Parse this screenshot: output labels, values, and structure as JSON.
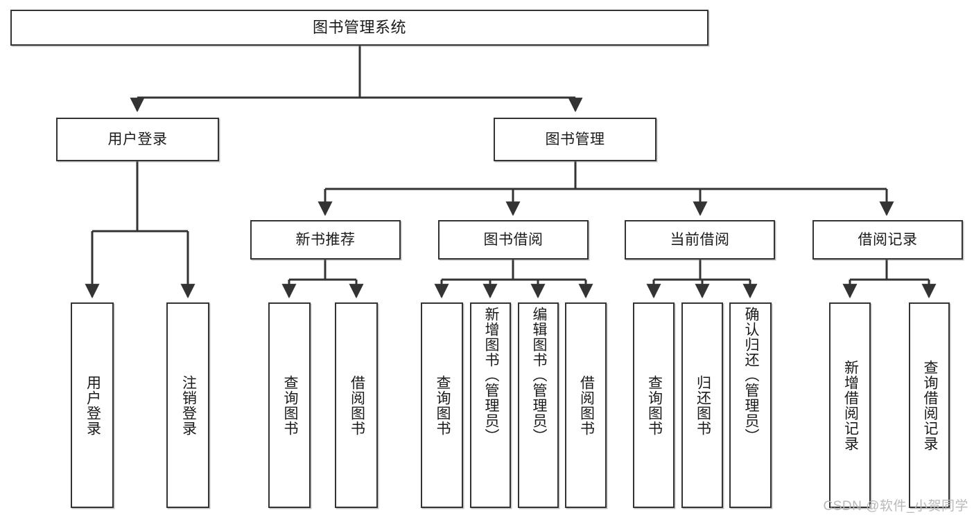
{
  "diagram": {
    "title": "图书管理系统",
    "type": "tree",
    "watermark": "CSDN @软件_小贺同学",
    "nodes": {
      "root": {
        "label": "图书管理系统"
      },
      "level2": [
        {
          "label": "用户登录"
        },
        {
          "label": "图书管理"
        }
      ],
      "level3": [
        {
          "label": "新书推荐"
        },
        {
          "label": "图书借阅"
        },
        {
          "label": "当前借阅"
        },
        {
          "label": "借阅记录"
        }
      ],
      "leaves": {
        "user_login": [
          {
            "label": "用户登录"
          },
          {
            "label": "注销登录"
          }
        ],
        "new_book_recommend": [
          {
            "label": "查询图书"
          },
          {
            "label": "借阅图书"
          }
        ],
        "book_borrow": [
          {
            "label": "查询图书"
          },
          {
            "label": "新增图书（管理员）"
          },
          {
            "label": "编辑图书（管理员）"
          },
          {
            "label": "借阅图书"
          }
        ],
        "current_borrow": [
          {
            "label": "查询图书"
          },
          {
            "label": "归还图书"
          },
          {
            "label": "确认归还（管理员）"
          }
        ],
        "borrow_record": [
          {
            "label": "新增借阅记录"
          },
          {
            "label": "查询借阅记录"
          }
        ]
      }
    },
    "colors": {
      "stroke": "#333333",
      "box_fill": "#ffffff",
      "text": "#1a1a1a",
      "watermark": "#b9b9b9"
    }
  }
}
